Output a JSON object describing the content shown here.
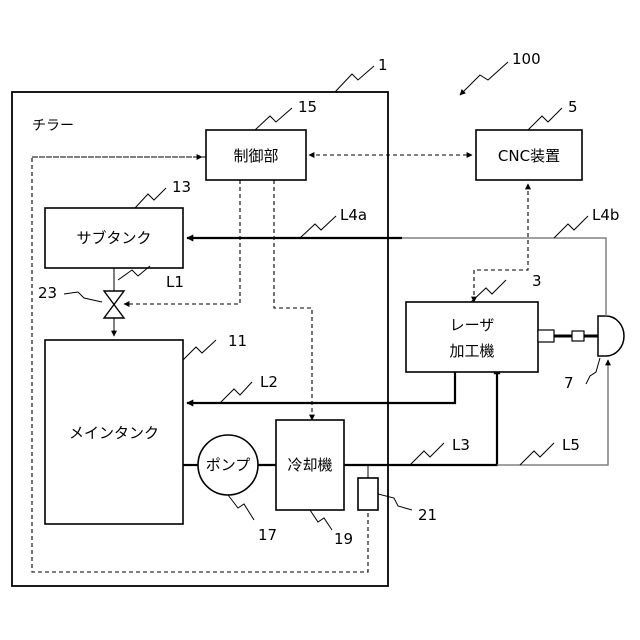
{
  "components": {
    "chiller": {
      "label": "チラー",
      "ref": "1"
    },
    "controller": {
      "label": "制御部",
      "ref": "15"
    },
    "cnc": {
      "label": "CNC装置",
      "ref": "5"
    },
    "sub_tank": {
      "label": "サブタンク",
      "ref": "13"
    },
    "main_tank": {
      "label": "メインタンク",
      "ref": "11"
    },
    "pump": {
      "label": "ポンプ",
      "ref": "17"
    },
    "cooler": {
      "label": "冷却機",
      "ref": "19"
    },
    "laser": {
      "label_line1": "レーザ",
      "label_line2": "加工機",
      "ref": "3"
    },
    "sensor": {
      "ref": "21"
    },
    "valve": {
      "ref": "23"
    },
    "head": {
      "ref": "7"
    }
  },
  "system_ref": "100",
  "lines": {
    "L1": "L1",
    "L2": "L2",
    "L3": "L3",
    "L4a": "L4a",
    "L4b": "L4b",
    "L5": "L5"
  },
  "colors": {
    "pipe": "#000000",
    "return_line": "#808080"
  }
}
